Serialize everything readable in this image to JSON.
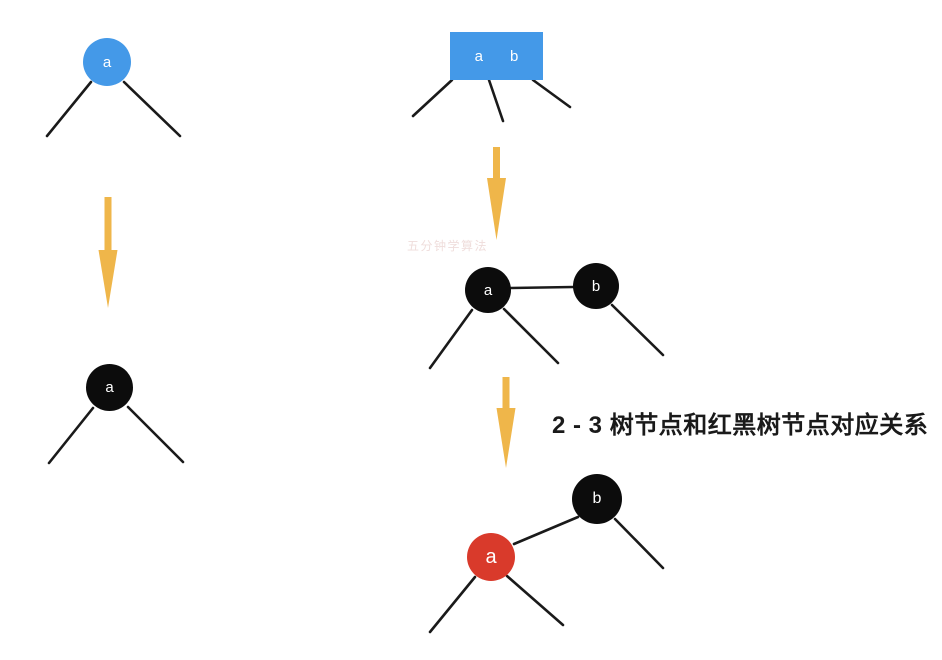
{
  "title": "2 - 3 树节点和红黑树节点对应关系",
  "watermark": "五分钟学算法",
  "colors": {
    "node_blue": "#4499E8",
    "node_black": "#0c0c0c",
    "node_red": "#D93A2B",
    "arrow_yellow": "#EFB64A",
    "edge_black": "#1a1a1a",
    "label_white": "#ffffff",
    "title_black": "#1a1a1a"
  },
  "left_column": {
    "tree_2node": {
      "node_label": "a"
    },
    "tree_rb_black": {
      "node_label": "a"
    }
  },
  "right_column": {
    "tree_3node": {
      "key_left": "a",
      "key_right": "b"
    },
    "tree_two_black": {
      "left_node_label": "a",
      "right_node_label": "b"
    },
    "tree_rb_redleft": {
      "top_node_label": "b",
      "red_node_label": "a"
    }
  }
}
